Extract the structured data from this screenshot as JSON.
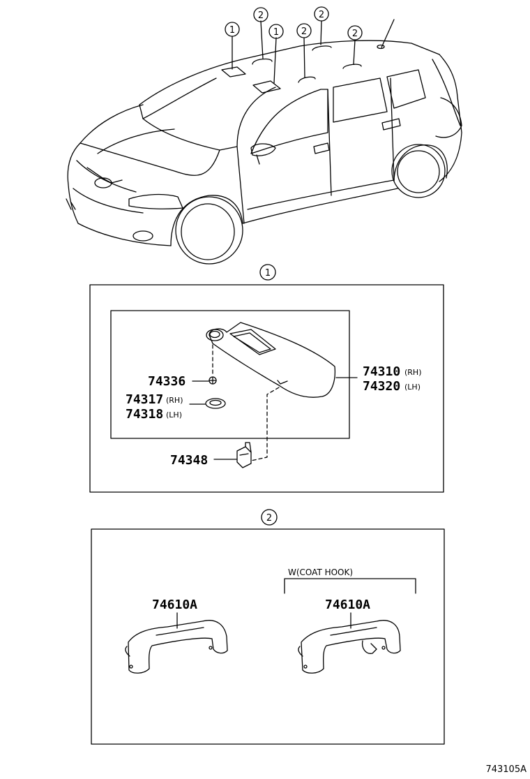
{
  "callout_labels": {
    "one": "1",
    "two": "2"
  },
  "section1": {
    "parts": {
      "bracket_clip": "74336",
      "holder_rh": "74317",
      "holder_rh_suffix": "(RH)",
      "holder_lh": "74318",
      "holder_lh_suffix": "(LH)",
      "visor_rh": "74310",
      "visor_rh_suffix": "(RH)",
      "visor_lh": "74320",
      "visor_lh_suffix": "(LH)",
      "visor_holder": "74348"
    }
  },
  "section2": {
    "note": "W(COAT HOOK)",
    "assist_grip_left": "74610A",
    "assist_grip_right": "74610A"
  },
  "drawing_number": "743105A"
}
